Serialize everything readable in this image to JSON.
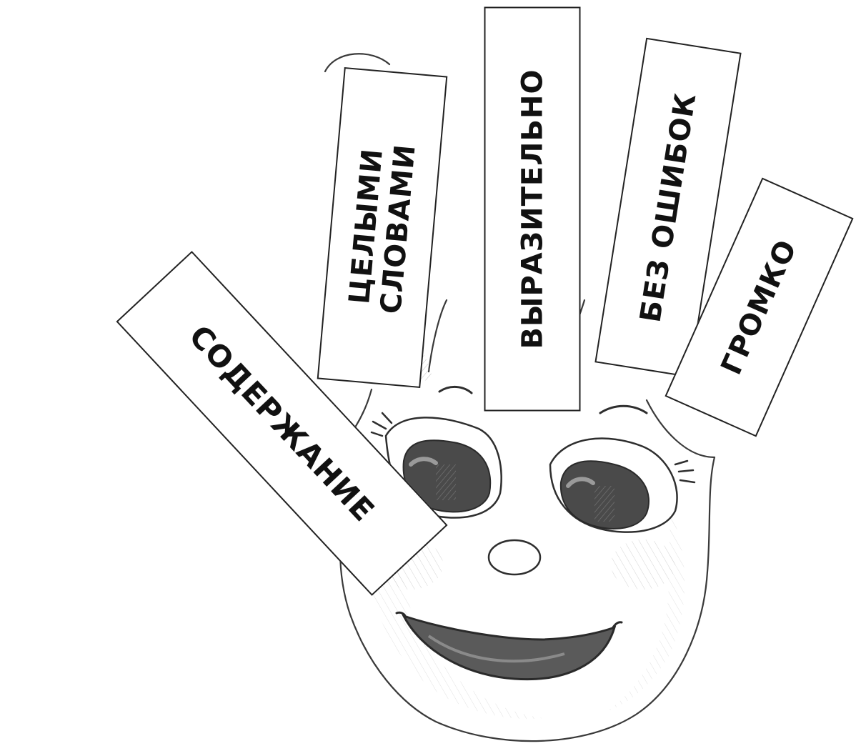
{
  "image": {
    "kind": "pencil drawing of a hand with a smiling face on the palm",
    "colors": {
      "background": "#ffffff",
      "pencil": "#3a3a3a",
      "shading": "#8a8a8a",
      "card_fill": "#ffffff",
      "card_border": "#222222",
      "card_text": "#111111"
    }
  },
  "fingers": [
    {
      "id": "thumb",
      "label": "СОДЕРЖАНИЕ"
    },
    {
      "id": "index",
      "label_lines": [
        "ЦЕЛЫМИ",
        "СЛОВАМИ"
      ]
    },
    {
      "id": "middle",
      "label": "ВЫРАЗИТЕЛЬНО"
    },
    {
      "id": "ring",
      "label": "БЕЗ ОШИБОК"
    },
    {
      "id": "pinky",
      "label": "ГРОМКО"
    }
  ]
}
